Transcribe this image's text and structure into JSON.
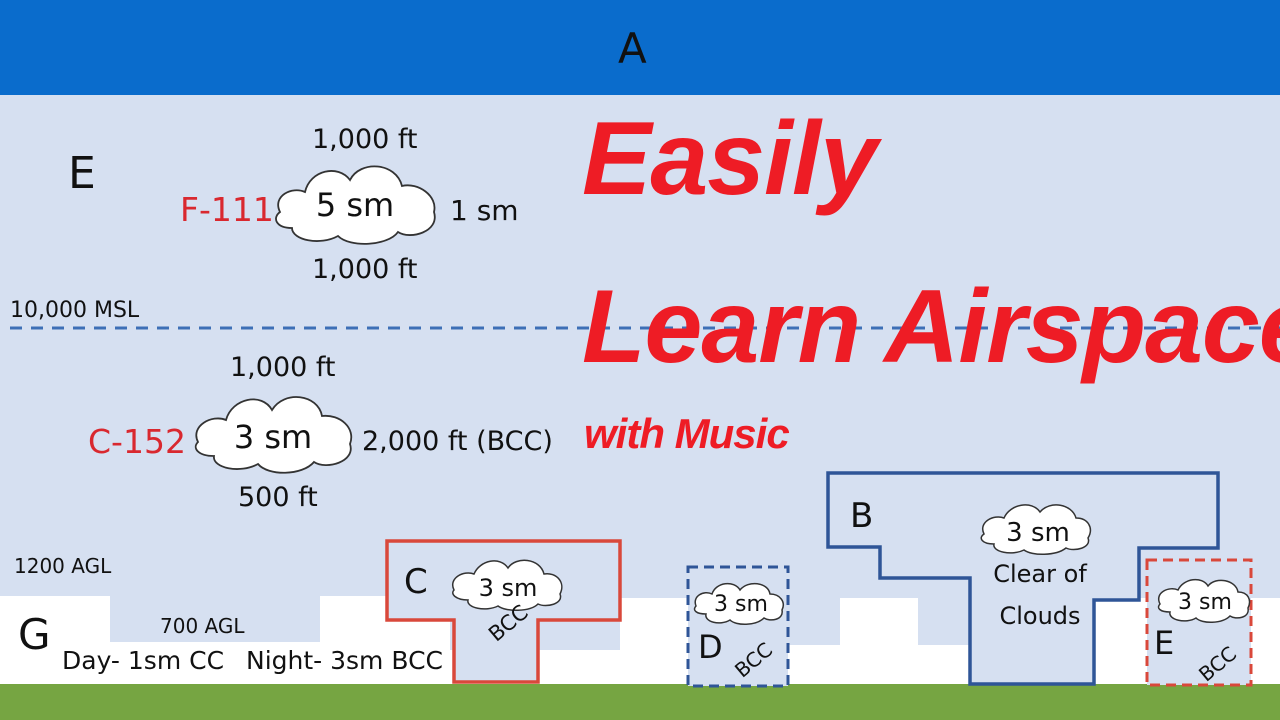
{
  "labels": {
    "class_a": "A",
    "class_e_upper": "E",
    "f111_name": "F-111",
    "f111_above": "1,000 ft",
    "f111_vis": "5 sm",
    "f111_side": "1 sm",
    "f111_below": "1,000 ft",
    "msl_line": "10,000 MSL",
    "c152_above": "1,000 ft",
    "c152_name": "C-152",
    "c152_vis": "3 sm",
    "c152_side": "2,000 ft (BCC)",
    "c152_below": "500 ft",
    "agl_1200": "1200  AGL",
    "agl_700": "700  AGL",
    "class_g": "G",
    "g_day": "Day- 1sm CC",
    "g_night": "Night- 3sm BCC"
  },
  "airspace": {
    "c": {
      "letter": "C",
      "vis": "3 sm",
      "rule": "BCC",
      "color": "#d9483b"
    },
    "d": {
      "letter": "D",
      "vis": "3 sm",
      "rule": "BCC",
      "color": "#2f5597"
    },
    "b": {
      "letter": "B",
      "vis": "3 sm",
      "rule_line1": "Clear of",
      "rule_line2": "Clouds",
      "color": "#2f5597"
    },
    "e": {
      "letter": "E",
      "vis": "3 sm",
      "rule": "BCC",
      "color": "#d9483b"
    }
  },
  "promo": {
    "line1": "Easily",
    "line2": "Learn Airspace",
    "line3": "with Music"
  },
  "colors": {
    "class_a_band": "#0a6ccc",
    "sky": "#d6e0f1",
    "ground": "#76a542",
    "promo_text": "#ee1c25",
    "aircraft_text": "#d9282f"
  }
}
